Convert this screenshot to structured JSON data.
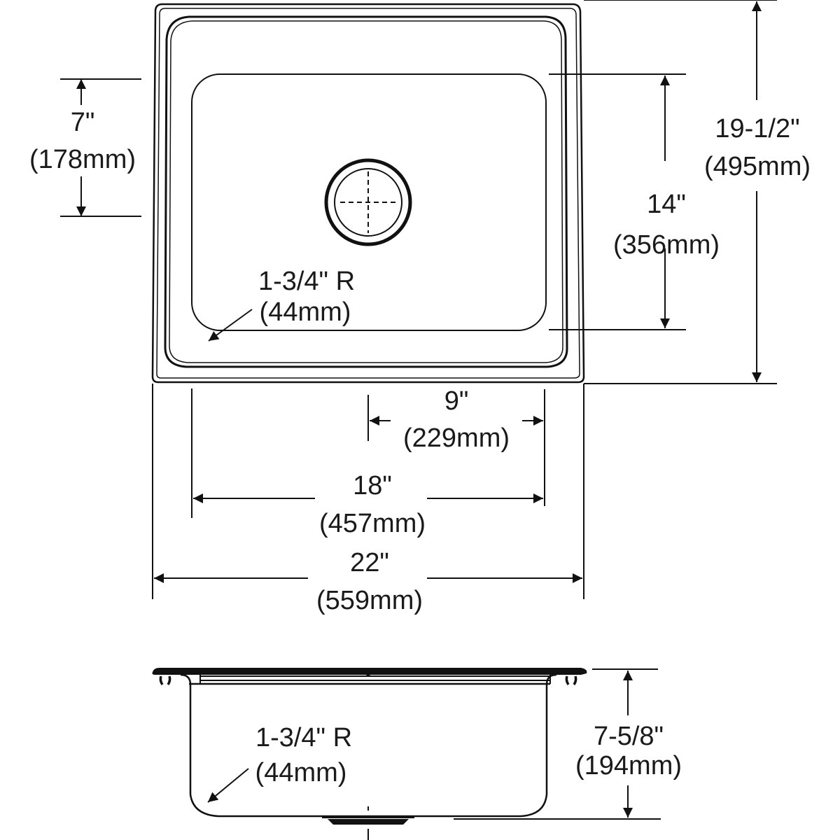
{
  "drawing": {
    "title": "Single Bowl Drop-In Sink Dimension Drawing",
    "line_color": "#111111",
    "text_color": "#1a1a1a",
    "background": "#ffffff"
  },
  "top_view": {
    "overall_depth": {
      "imperial": "19-1/2\"",
      "metric": "(495mm)"
    },
    "bowl_depth": {
      "imperial": "14\"",
      "metric": "(356mm)"
    },
    "drain_from_back": {
      "imperial": "7\"",
      "metric": "(178mm)"
    },
    "corner_radius": {
      "imperial": "1-3/4\" R",
      "metric": "(44mm)"
    },
    "drain_from_side": {
      "imperial": "9\"",
      "metric": "(229mm)"
    },
    "bowl_width": {
      "imperial": "18\"",
      "metric": "(457mm)"
    },
    "overall_width": {
      "imperial": "22\"",
      "metric": "(559mm)"
    }
  },
  "side_view": {
    "corner_radius": {
      "imperial": "1-3/4\" R",
      "metric": "(44mm)"
    },
    "bowl_height": {
      "imperial": "7-5/8\"",
      "metric": "(194mm)"
    }
  }
}
